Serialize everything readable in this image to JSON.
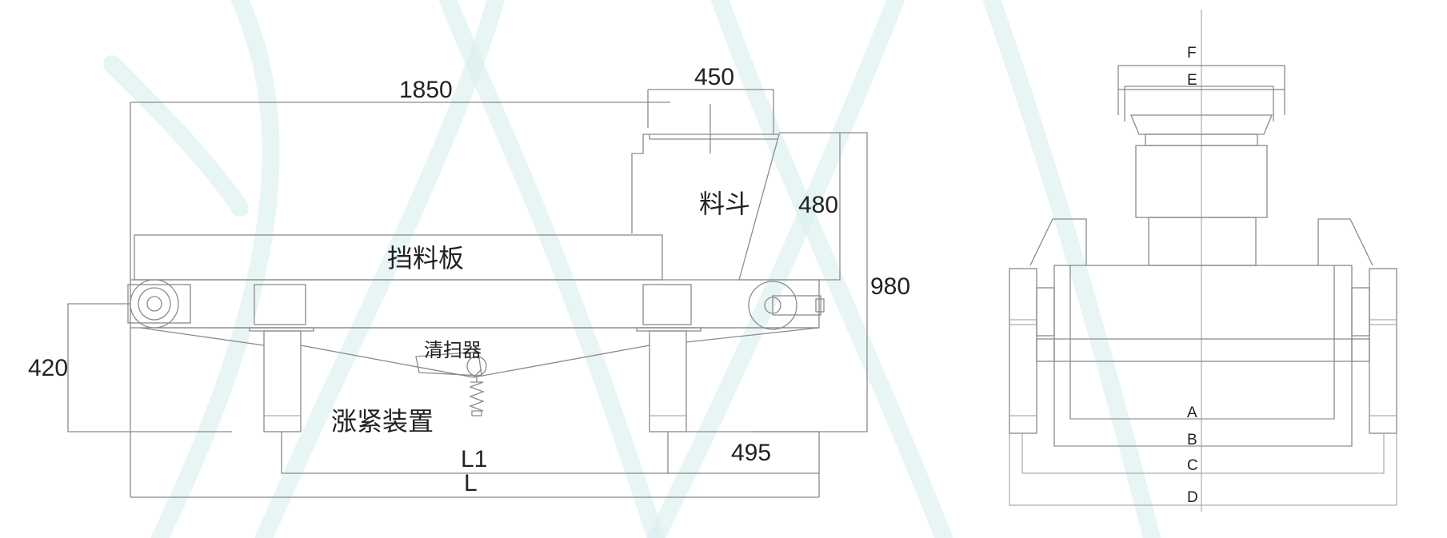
{
  "side_view": {
    "dimensions": {
      "total_length": "1850",
      "hopper_width": "450",
      "hopper_height": "480",
      "total_height": "980",
      "left_height": "420",
      "end_offset": "495",
      "length_l1": "L1",
      "length_l": "L"
    },
    "labels": {
      "hopper": "料斗",
      "baffle": "挡料板",
      "cleaner": "清扫器",
      "tensioner": "涨紧装置"
    }
  },
  "end_view": {
    "labels": [
      "A",
      "B",
      "C",
      "D",
      "E",
      "F"
    ]
  },
  "colors": {
    "line": "#8a8a8a",
    "text": "#222222",
    "watermark": "#d9efef"
  }
}
